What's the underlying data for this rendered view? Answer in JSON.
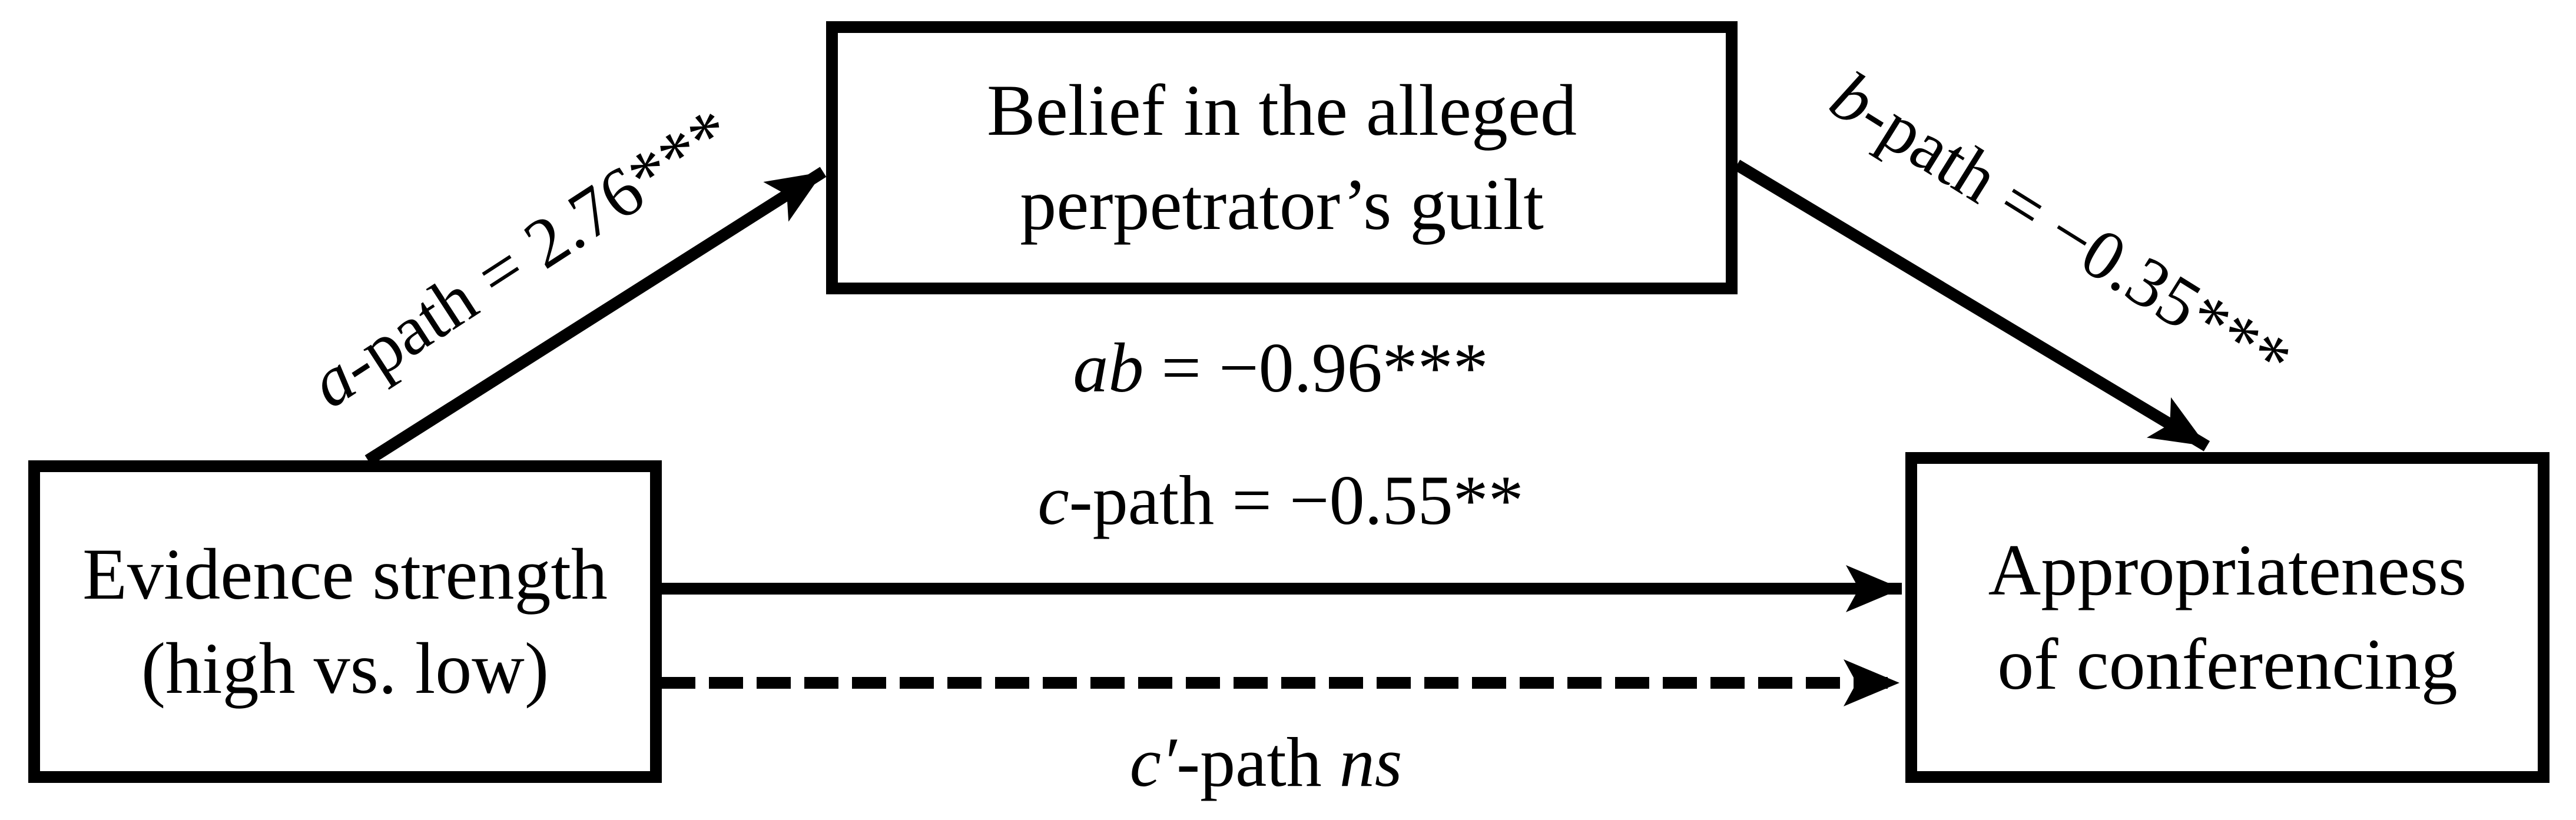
{
  "figure": {
    "type": "mediation path diagram",
    "background_color": "#ffffff",
    "ink_color": "#000000"
  },
  "boxes": {
    "predictor": {
      "line1": "Evidence strength",
      "line2": "(high vs. low)"
    },
    "mediator": {
      "line1": "Belief in the alleged",
      "line2": "perpetrator’s guilt"
    },
    "outcome": {
      "line1": "Appropriateness",
      "line2": "of conferencing"
    }
  },
  "labels": {
    "a_path": {
      "italic": "a",
      "rest": "-path = 2.76***"
    },
    "b_path": {
      "italic": "b",
      "rest": "-path = −0.35***"
    },
    "ab": {
      "italic": "ab",
      "rest": " = −0.96***"
    },
    "c_path": {
      "italic": "c",
      "rest": "-path = −0.55**"
    },
    "c_prime": {
      "italic": "c′",
      "rest": "-path ",
      "italic2": "ns"
    }
  },
  "arrows": {
    "a_path": "solid",
    "b_path": "solid",
    "c_path": "solid",
    "c_prime_path": "dashed"
  }
}
